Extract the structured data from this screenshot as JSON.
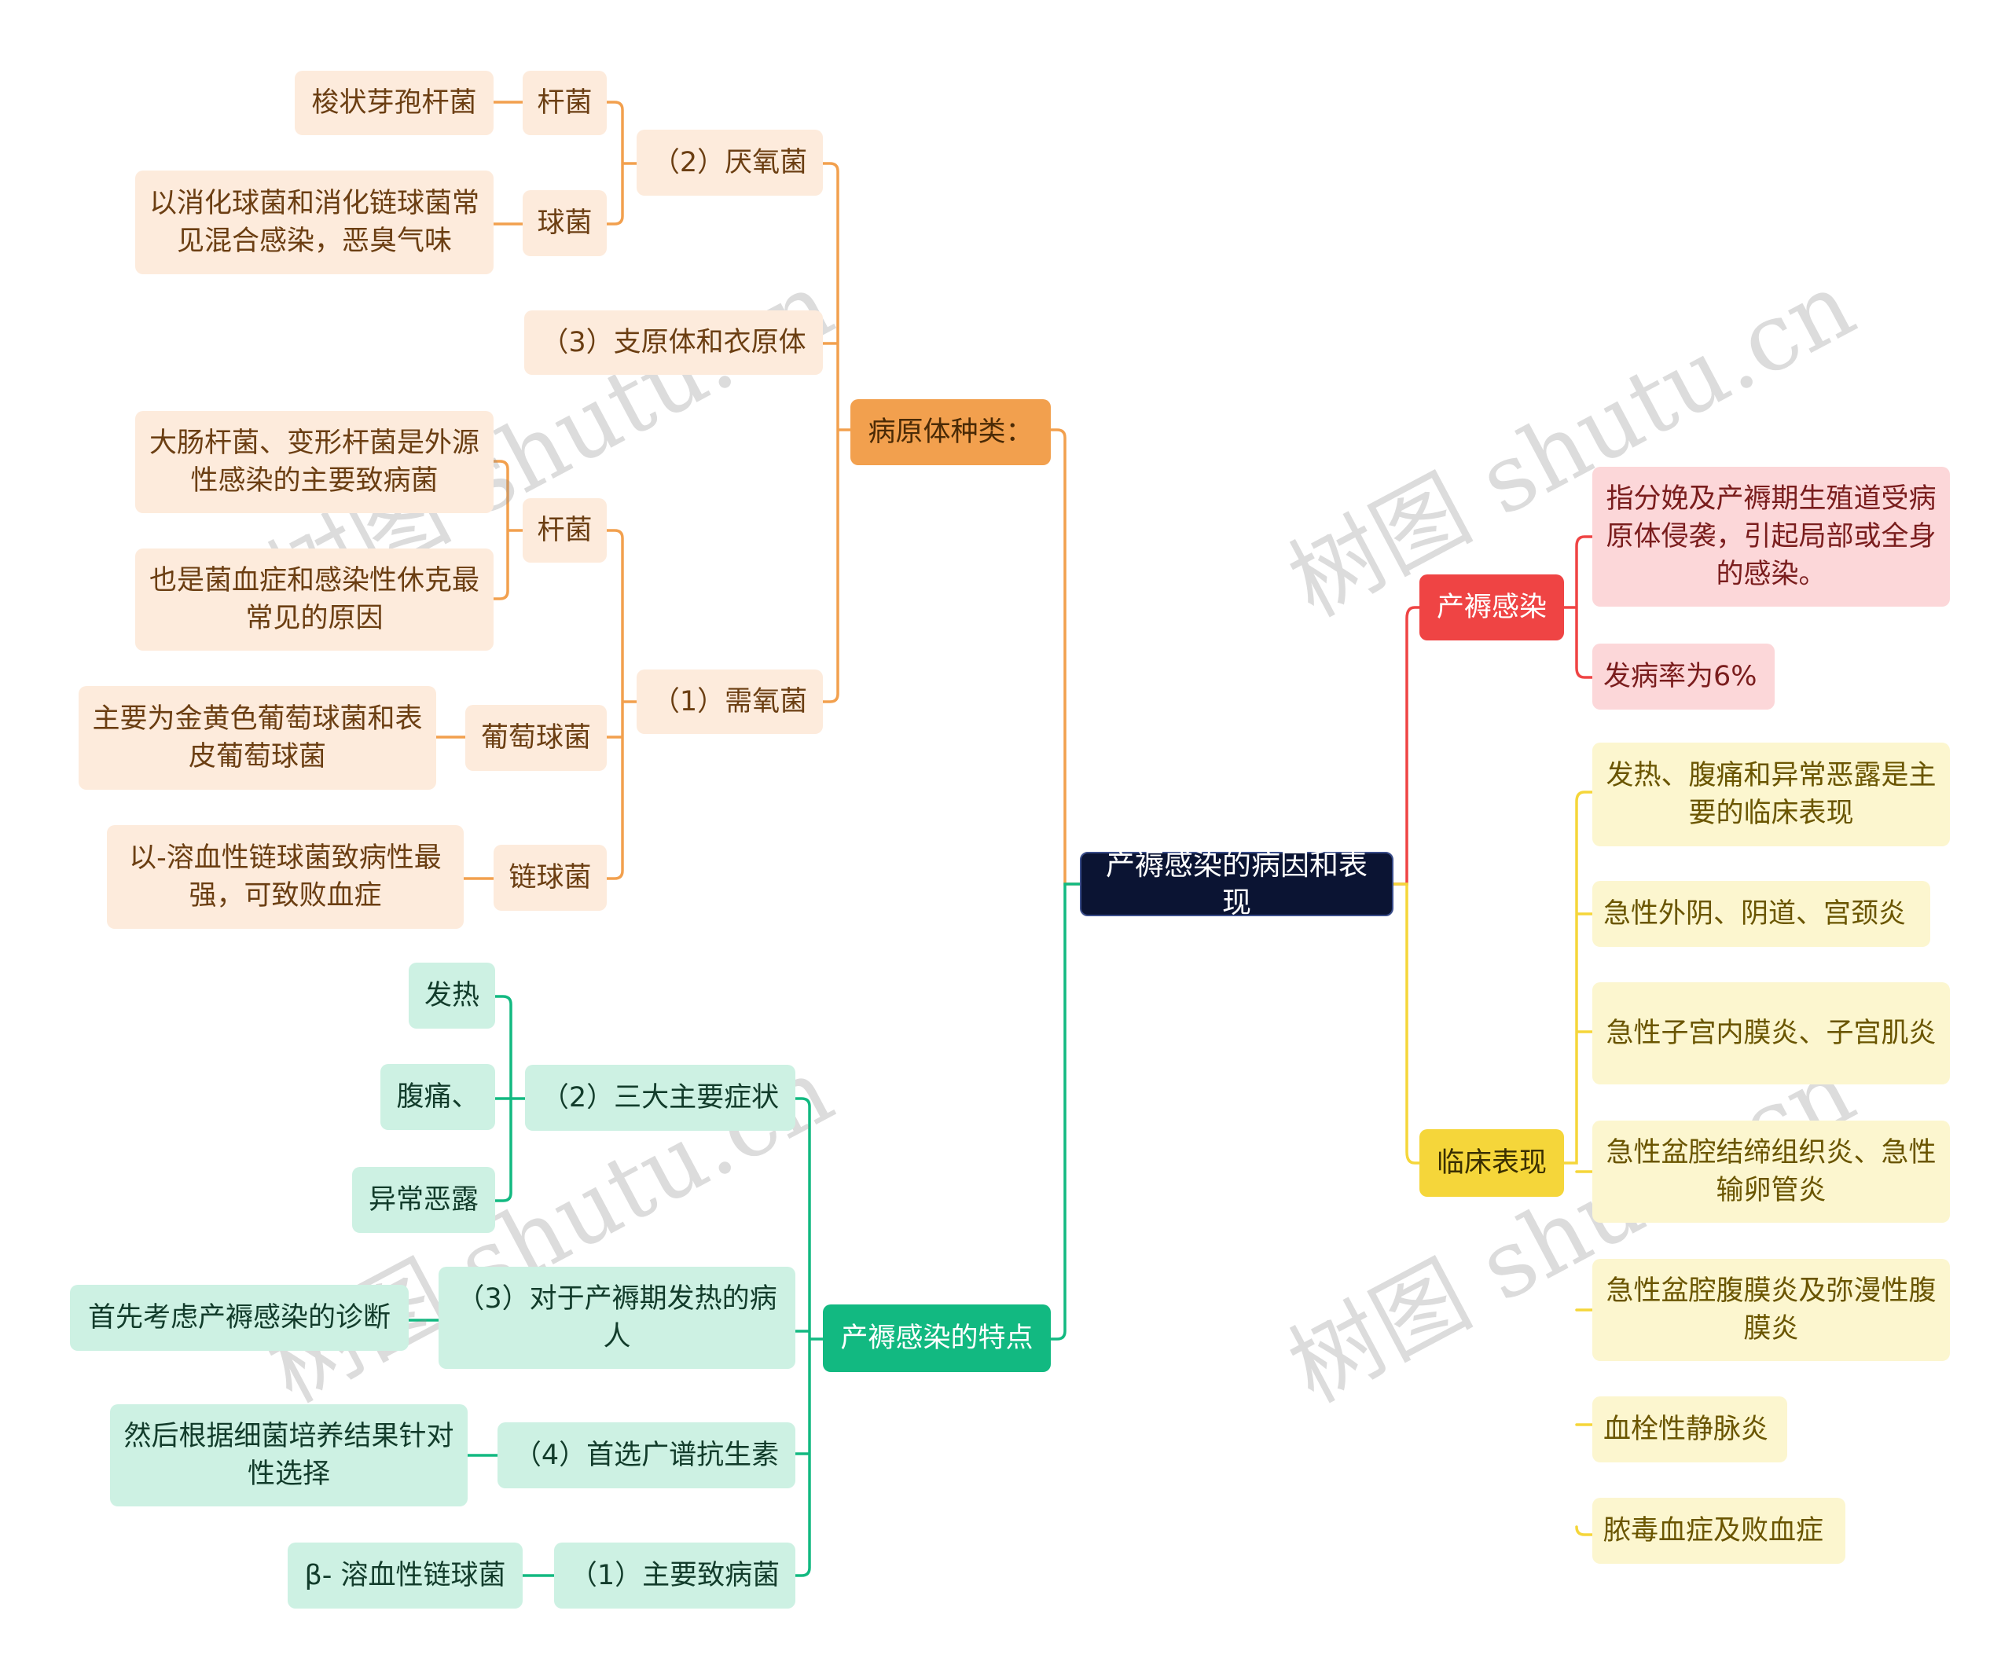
{
  "root": "产褥感染的病因和表现",
  "pathogens": {
    "label": "病原体种类：",
    "anaerobic": {
      "label": "（2）厌氧菌",
      "bacilli": {
        "label": "杆菌",
        "detail": "梭状芽孢杆菌"
      },
      "cocci": {
        "label": "球菌",
        "detail": "以消化球菌和消化链球菌常见混合感染，恶臭气味"
      }
    },
    "mycoplasma": "（3）支原体和衣原体",
    "aerobic": {
      "label": "（1）需氧菌",
      "bacilli": {
        "label": "杆菌",
        "detail1": "大肠杆菌、变形杆菌是外源性感染的主要致病菌",
        "detail2": "也是菌血症和感染性休克最常见的原因"
      },
      "staph": {
        "label": "葡萄球菌",
        "detail": "主要为金黄色葡萄球菌和表皮葡萄球菌"
      },
      "strep": {
        "label": "链球菌",
        "detail": "以-溶血性链球菌致病性最强，可致败血症"
      }
    }
  },
  "features": {
    "label": "产褥感染的特点",
    "symptoms": {
      "label": "（2）三大主要症状",
      "items": [
        "发热",
        "腹痛、",
        "异常恶露"
      ]
    },
    "fever": {
      "label": "（3）对于产褥期发热的病人",
      "detail": "首先考虑产褥感染的诊断"
    },
    "antibiotics": {
      "label": "（4）首选广谱抗生素",
      "detail": "然后根据细菌培养结果针对性选择"
    },
    "pathogen": {
      "label": "（1）主要致病菌",
      "detail": "β- 溶血性链球菌"
    }
  },
  "infection": {
    "label": "产褥感染",
    "definition": "指分娩及产褥期生殖道受病原体侵袭，引起局部或全身的感染。",
    "rate": "发病率为6%"
  },
  "clinical": {
    "label": "临床表现",
    "items": [
      "发热、腹痛和异常恶露是主要的临床表现",
      "急性外阴、阴道、宫颈炎",
      "急性子宫内膜炎、子宫肌炎",
      "急性盆腔结缔组织炎、急性输卵管炎",
      "急性盆腔腹膜炎及弥漫性腹膜炎",
      "血栓性静脉炎",
      "脓毒血症及败血症"
    ]
  },
  "watermark": "树图 shutu.cn",
  "colors": {
    "orange": "#f2a04e",
    "red": "#ef4444",
    "yellow": "#f5d63a",
    "green": "#12b981",
    "root": "#0b1433"
  }
}
